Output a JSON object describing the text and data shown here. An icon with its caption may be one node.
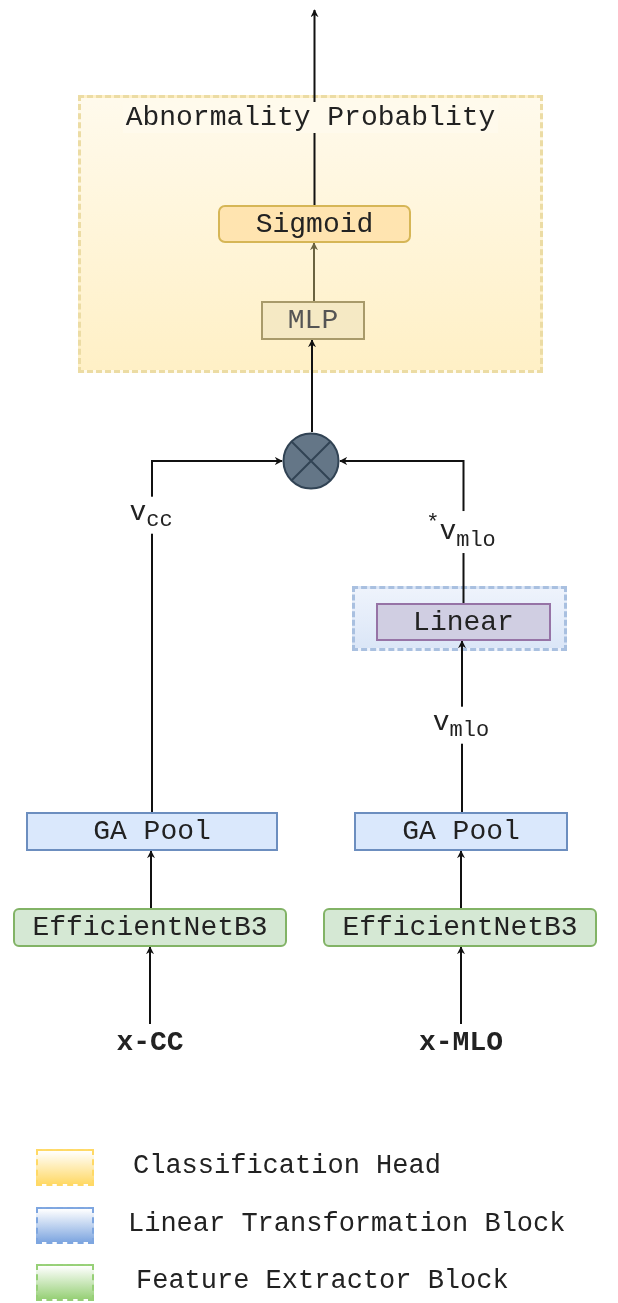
{
  "diagram": {
    "nodes": [
      {
        "text": [
          "Abnormality Probablity"
        ]
      },
      {
        "text": [
          "MLP"
        ],
        "in": 0
      },
      {
        "text": [
          "Sigmoid"
        ],
        "in": 0
      },
      {
        "text": [],
        "shape": "circle"
      },
      {
        "text": [],
        "shape": "box"
      },
      {
        "text": [
          "Linear"
        ],
        "in": 4
      },
      {
        "text": [
          "GA Pool"
        ]
      },
      {
        "text": [
          "GA Pool"
        ]
      },
      {
        "text": [
          "EfficientNetB3"
        ]
      },
      {
        "text": [
          "EfficientNetB3"
        ]
      },
      {
        "text": [
          "x-CC"
        ]
      },
      {
        "text": [
          "x-MLO"
        ]
      }
    ],
    "edges": [
      {
        "from": 10,
        "to": 8,
        "arrow": "to"
      },
      {
        "from": 8,
        "to": 6,
        "arrow": "to"
      },
      {
        "from": 6,
        "to": 3,
        "arrow": "to",
        "label": "v$_{cc}$"
      },
      {
        "from": 11,
        "to": 9,
        "arrow": "to"
      },
      {
        "from": 9,
        "to": 7,
        "arrow": "to"
      },
      {
        "from": 7,
        "to": 5,
        "arrow": "to",
        "label": "v$_{mlo}$"
      },
      {
        "from": 5,
        "to": 3,
        "arrow": "to",
        "label": "$^{*}$v$_{mlo}$"
      },
      {
        "from": 3,
        "to": 1,
        "arrow": "to"
      },
      {
        "from": 1,
        "to": 2,
        "arrow": "to",
        "color": "#6b6340"
      },
      {
        "from": 2,
        "to": null,
        "arrow": "to"
      }
    ],
    "legend": [
      {
        "text": "Classification Head",
        "color": "#ffd966"
      },
      {
        "text": "Linear Transformation Block",
        "color": "#7ea6e0"
      },
      {
        "text": "Feature Extractor Block",
        "color": "#97d077"
      }
    ]
  }
}
